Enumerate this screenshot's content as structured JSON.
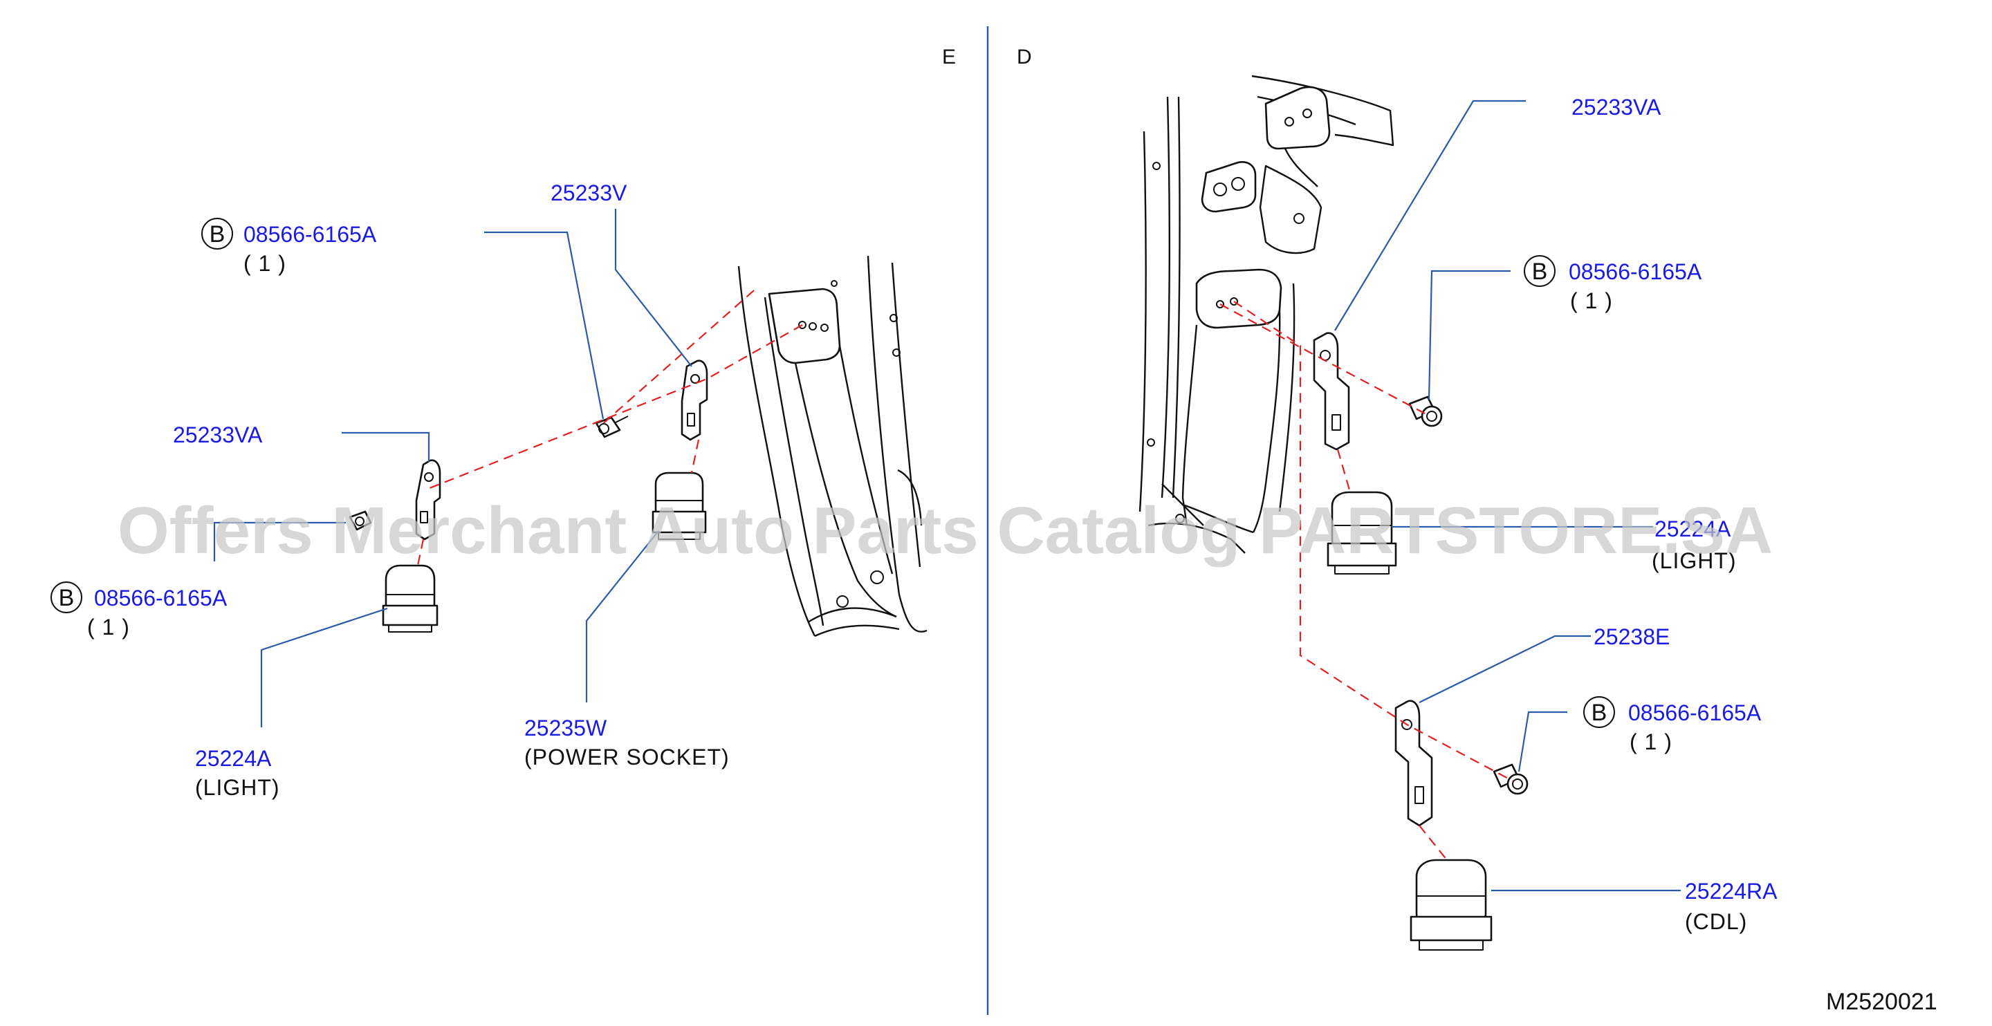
{
  "views": {
    "left": "E",
    "right": "D"
  },
  "diagram_code": "M2520021",
  "watermark": "Offers Merchant Auto Parts Catalog PARTSTORE.SA",
  "bolt_marker": "B",
  "left_view": {
    "bracket_upper": "25233V",
    "bolt_upper": {
      "part": "08566-6165A",
      "qty": "( 1 )"
    },
    "bracket_lower": "25233VA",
    "bolt_lower": {
      "part": "08566-6165A",
      "qty": "( 1 )"
    },
    "relay_light": {
      "part": "25224A",
      "desc": "(LIGHT)"
    },
    "relay_socket": {
      "part": "25235W",
      "desc": "(POWER   SOCKET)"
    }
  },
  "right_view": {
    "bracket_upper": "25233VA",
    "bolt_upper": {
      "part": "08566-6165A",
      "qty": "( 1 )"
    },
    "relay_light": {
      "part": "25224A",
      "desc": "(LIGHT)"
    },
    "bracket_lower": "25238E",
    "bolt_lower": {
      "part": "08566-6165A",
      "qty": "( 1 )"
    },
    "relay_cdl": {
      "part": "25224RA",
      "desc": "(CDL)"
    }
  },
  "colors": {
    "callout": "#1a1ae6",
    "leader": "#2a5aa8",
    "dashed": "#e32020",
    "watermark": "#c8c8c8"
  }
}
